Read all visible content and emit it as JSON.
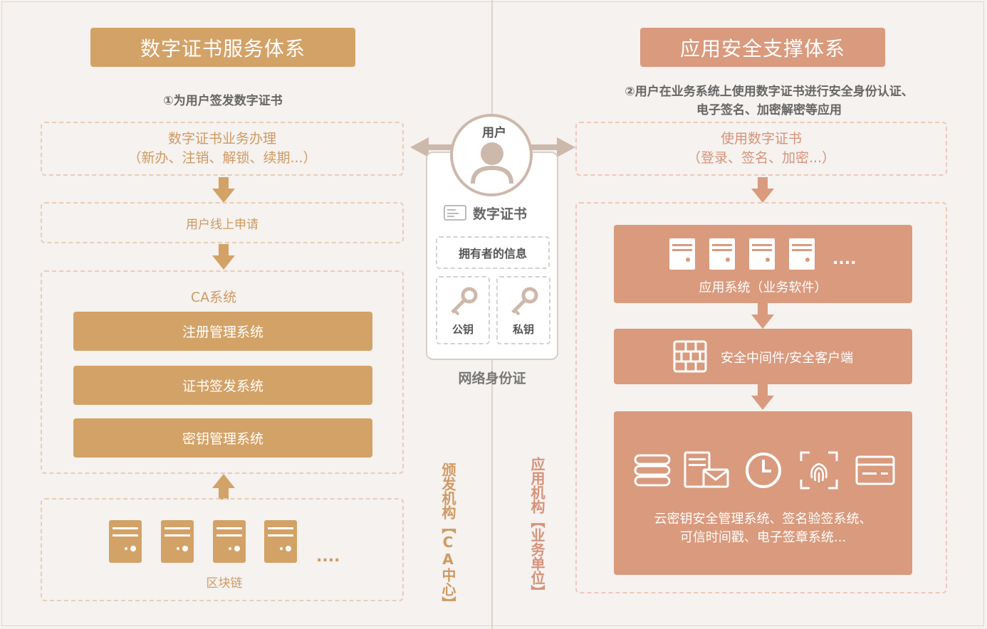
{
  "left_panel": {
    "title": "数字证书服务体系",
    "caption": "①为用户签发数字证书",
    "business": {
      "line1": "数字证书业务办理",
      "line2": "（新办、注销、解锁、续期...）"
    },
    "apply": "用户线上申请",
    "ca": {
      "title": "CA系统",
      "systems": [
        "注册管理系统",
        "证书签发系统",
        "密钥管理系统"
      ]
    },
    "blockchain": {
      "label": "区块链",
      "ellipsis": "...."
    },
    "side_label": "颁发机构【CA中心】"
  },
  "center_panel": {
    "user_label": "用户",
    "cert_title": "数字证书",
    "owner_info": "拥有者的信息",
    "public_key": "公钥",
    "private_key": "私钥",
    "network_identity": "网络身份证"
  },
  "right_panel": {
    "title": "应用安全支撑体系",
    "caption_line1": "②用户在业务系统上使用数字证书进行安全身份认证、",
    "caption_line2": "电子签名、加密解密等应用",
    "usage": {
      "line1": "使用数字证书",
      "line2": "（登录、签名、加密...）"
    },
    "app_system": {
      "label": "应用系统（业务软件）",
      "ellipsis": "...."
    },
    "middleware": "安全中间件/安全客户端",
    "services": {
      "line1": "云密钥安全管理系统、签名验签系统、",
      "line2": "可信时间戳、电子签章系统..."
    },
    "side_label": "应用机构【业务单位】"
  },
  "colors": {
    "gold": "#d3a267",
    "rose": "#d99a7d",
    "arrow_gray": "#cdb8ac",
    "background": "#f5f2ef"
  }
}
